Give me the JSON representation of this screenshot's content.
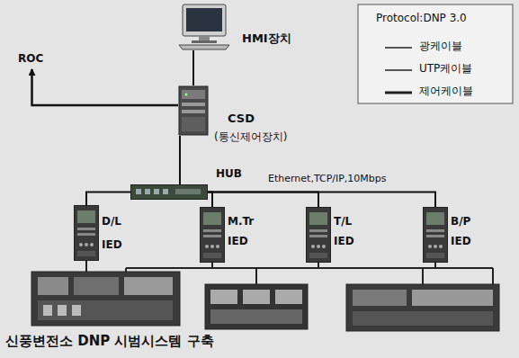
{
  "diagram": {
    "caption": "신풍변전소 DNP 시범시스템 구축",
    "nodes": [
      {
        "text": [
          "HMI장치"
        ]
      },
      {
        "text": [
          "ROC"
        ]
      },
      {
        "text": [
          "CSD",
          "(통신제어장치)"
        ]
      },
      {
        "text": [
          "HUB"
        ]
      },
      {
        "text": [
          "D/L",
          "IED"
        ]
      },
      {
        "text": [
          "M.Tr",
          "IED"
        ]
      },
      {
        "text": [
          "T/L",
          "IED"
        ]
      },
      {
        "text": [
          "B/P",
          "IED"
        ]
      }
    ],
    "edges": [
      {
        "from": 0,
        "to": 2,
        "arrow": "none"
      },
      {
        "from": 2,
        "to": 1,
        "arrow": "to"
      },
      {
        "from": 2,
        "to": 3,
        "arrow": "none"
      },
      {
        "from": 3,
        "to": 4,
        "arrow": "none"
      },
      {
        "from": 3,
        "to": 5,
        "arrow": "none"
      },
      {
        "from": 3,
        "to": 6,
        "arrow": "none"
      },
      {
        "from": 3,
        "to": 7,
        "arrow": "none"
      }
    ],
    "labels": [
      "Protocol:DNP 3.0",
      "Ethernet,TCP/IP,10Mbps"
    ],
    "legend": [
      {
        "text": "광케이블"
      },
      {
        "text": "UTP케이블"
      },
      {
        "text": "제어케이블"
      }
    ]
  }
}
